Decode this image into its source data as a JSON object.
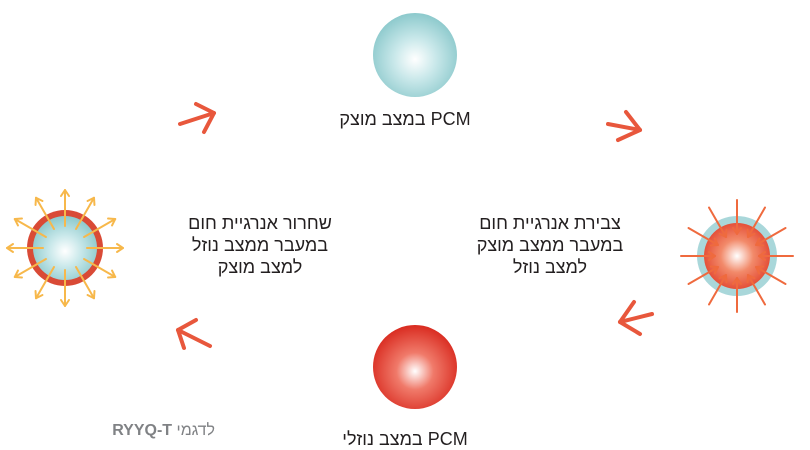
{
  "states": {
    "solid": {
      "label_text": "במצב מוצק",
      "label_code": "PCM"
    },
    "liquid": {
      "label_text": "במצב נוזלי",
      "label_code": "PCM"
    }
  },
  "transitions": {
    "absorb": {
      "lines": [
        "צבירת אנרגיית חום",
        "במעבר ממצב מוצק",
        "למצב נוזל"
      ]
    },
    "release": {
      "lines": [
        "שחרור אנרגיית חום",
        "במעבר ממצב נוזל",
        "למצב מוצק"
      ]
    }
  },
  "caption": {
    "prefix": "לדגמי",
    "model": "RYYQ-T"
  },
  "colors": {
    "solid_sphere": "#9fd3d6",
    "liquid_sphere": "#e23a2c",
    "cycle_arrow": "#e8573c",
    "heat_in_arrow": "#ef6a3e",
    "heat_out_arrow": "#f7b84b",
    "text": "#231f20",
    "caption_text": "#808285"
  }
}
